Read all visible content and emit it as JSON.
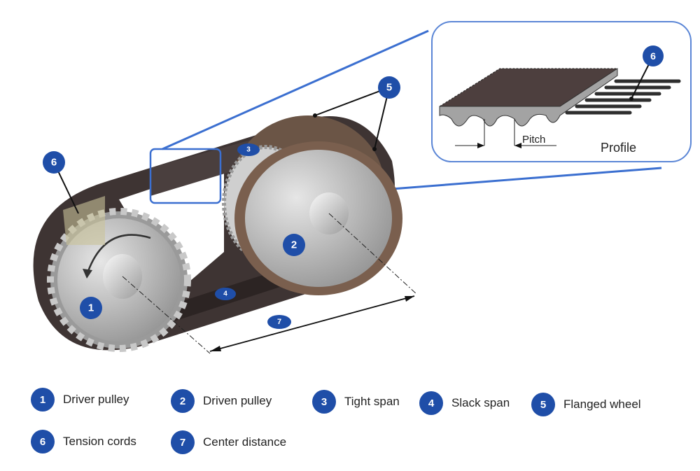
{
  "diagram": {
    "badges": {
      "driver": "1",
      "driven": "2",
      "tight": "3",
      "slack": "4",
      "flange": "5",
      "cords": "6",
      "center": "7"
    },
    "inset": {
      "pitch_label": "Pitch",
      "profile_label": "Profile",
      "cords_badge": "6"
    }
  },
  "legend": [
    {
      "num": "1",
      "label": "Driver pulley"
    },
    {
      "num": "2",
      "label": "Driven pulley"
    },
    {
      "num": "3",
      "label": "Tight span"
    },
    {
      "num": "4",
      "label": "Slack span"
    },
    {
      "num": "5",
      "label": "Flanged wheel"
    },
    {
      "num": "6",
      "label": "Tension cords"
    },
    {
      "num": "7",
      "label": "Center distance"
    }
  ],
  "colors": {
    "accent": "#1f4ea8",
    "belt": "#3e3433",
    "pulley": "#b9b9b9",
    "flange": "#6b5546"
  }
}
